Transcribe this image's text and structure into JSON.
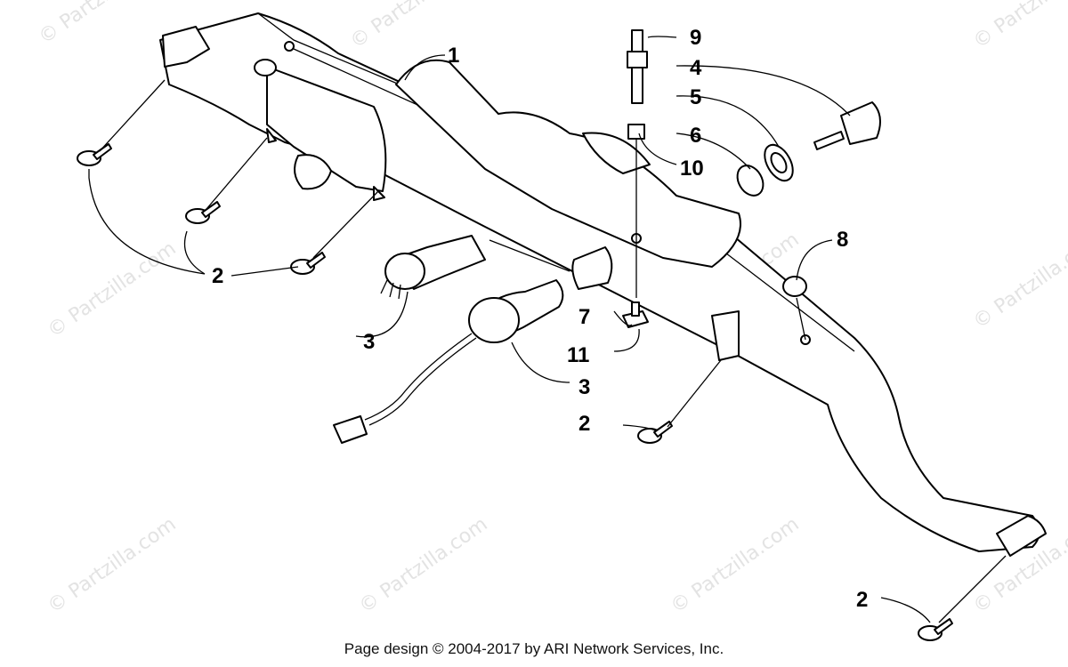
{
  "diagram": {
    "watermark_text": "© Partzilla.com",
    "callouts": [
      "1",
      "2",
      "3",
      "4",
      "5",
      "6",
      "7",
      "8",
      "9",
      "10",
      "11"
    ]
  },
  "footer": {
    "text": "Page design © 2004-2017 by ARI Network Services, Inc."
  }
}
